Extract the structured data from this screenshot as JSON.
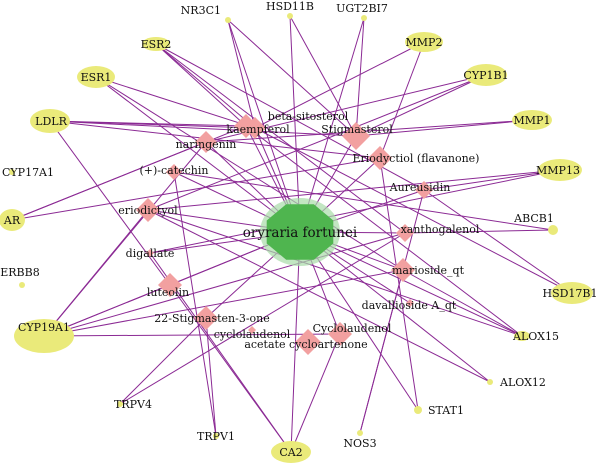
{
  "colors": {
    "edge": "#8b2a94",
    "target_fill": "#eaea7a",
    "compound_fill": "#f2a0a0",
    "hub_fill": "#4fb54f",
    "hub_glow": "#a8dca8"
  },
  "hub": {
    "label": "oryraria fortunei"
  },
  "targets": [
    {
      "id": "NR3C1",
      "label": "NR3C1"
    },
    {
      "id": "HSD11B",
      "label": "HSD11B"
    },
    {
      "id": "UGT2BI7",
      "label": "UGT2BI7"
    },
    {
      "id": "ESR2",
      "label": "ESR2"
    },
    {
      "id": "MMP2",
      "label": "MMP2"
    },
    {
      "id": "ESR1",
      "label": "ESR1"
    },
    {
      "id": "CYP1B1",
      "label": "CYP1B1"
    },
    {
      "id": "LDLR",
      "label": "LDLR"
    },
    {
      "id": "MMP1",
      "label": "MMP1"
    },
    {
      "id": "CYP17A1",
      "label": "CYP17A1"
    },
    {
      "id": "MMP13",
      "label": "MMP13"
    },
    {
      "id": "AR",
      "label": "AR"
    },
    {
      "id": "ABCB1",
      "label": "ABCB1"
    },
    {
      "id": "ERBB8",
      "label": "ERBB8"
    },
    {
      "id": "HSD17B1",
      "label": "HSD17B1"
    },
    {
      "id": "CYP19A1",
      "label": "CYP19A1"
    },
    {
      "id": "ALOX15",
      "label": "ALOX15"
    },
    {
      "id": "ALOX12",
      "label": "ALOX12"
    },
    {
      "id": "TRPV4",
      "label": "TRPV4"
    },
    {
      "id": "STAT1",
      "label": "STAT1"
    },
    {
      "id": "TRPV1",
      "label": "TRPV1"
    },
    {
      "id": "CA2",
      "label": "CA2"
    },
    {
      "id": "NOS3",
      "label": "NOS3"
    }
  ],
  "compounds": [
    {
      "id": "beta_sitosterol",
      "label": "beta-sitosterol"
    },
    {
      "id": "kaempferol",
      "label": "kaempferol"
    },
    {
      "id": "stigmasterol",
      "label": "Stigmasterol"
    },
    {
      "id": "naringenin",
      "label": "naringenin"
    },
    {
      "id": "eriodyctiol",
      "label": "Eriodyctiol (flavanone)"
    },
    {
      "id": "catechin",
      "label": "(+)-catechin"
    },
    {
      "id": "aureusidin",
      "label": "Aureusidin"
    },
    {
      "id": "eriodictyol",
      "label": "eriodictyol"
    },
    {
      "id": "xanthogalenol",
      "label": "xanthogalenol"
    },
    {
      "id": "digallate",
      "label": "digallate"
    },
    {
      "id": "marioside",
      "label": "marioside_qt"
    },
    {
      "id": "luteolin",
      "label": "luteolin"
    },
    {
      "id": "davallioside",
      "label": "davallioside A_qt"
    },
    {
      "id": "stigmasten",
      "label": "22-Stigmasten-3-one"
    },
    {
      "id": "cyclolaudenol",
      "label": "Cyclolaudenol"
    },
    {
      "id": "cyclolaudenol_ac",
      "label": "cyclolaudenol"
    },
    {
      "id": "cycloartenone",
      "label": "acetate cycloartenone"
    }
  ],
  "edges": [
    [
      "NR3C1",
      "kaempferol"
    ],
    [
      "NR3C1",
      "stigmasterol"
    ],
    [
      "NR3C1",
      "hub"
    ],
    [
      "HSD11B",
      "stigmasterol"
    ],
    [
      "HSD11B",
      "hub"
    ],
    [
      "UGT2BI7",
      "stigmasterol"
    ],
    [
      "UGT2BI7",
      "hub"
    ],
    [
      "ESR2",
      "beta_sitosterol"
    ],
    [
      "ESR2",
      "kaempferol"
    ],
    [
      "ESR2",
      "aureusidin"
    ],
    [
      "ESR2",
      "xanthogalenol"
    ],
    [
      "MMP2",
      "kaempferol"
    ],
    [
      "MMP2",
      "eriodyctiol"
    ],
    [
      "ESR1",
      "kaempferol"
    ],
    [
      "ESR1",
      "hub"
    ],
    [
      "ESR1",
      "marioside"
    ],
    [
      "CYP1B1",
      "stigmasterol"
    ],
    [
      "CYP1B1",
      "naringenin"
    ],
    [
      "CYP1B1",
      "eriodictyol"
    ],
    [
      "LDLR",
      "beta_sitosterol"
    ],
    [
      "LDLR",
      "kaempferol"
    ],
    [
      "LDLR",
      "stigmasterol"
    ],
    [
      "LDLR",
      "luteolin"
    ],
    [
      "LDLR",
      "eriodyctiol"
    ],
    [
      "MMP1",
      "stigmasterol"
    ],
    [
      "MMP1",
      "naringenin"
    ],
    [
      "MMP13",
      "digallate"
    ],
    [
      "MMP13",
      "eriodictyol"
    ],
    [
      "MMP13",
      "aureusidin"
    ],
    [
      "AR",
      "naringenin"
    ],
    [
      "AR",
      "beta_sitosterol"
    ],
    [
      "AR",
      "eriodyctiol"
    ],
    [
      "ABCB1",
      "xanthogalenol"
    ],
    [
      "ABCB1",
      "catechin"
    ],
    [
      "HSD17B1",
      "aureusidin"
    ],
    [
      "HSD17B1",
      "kaempferol"
    ],
    [
      "CYP19A1",
      "luteolin"
    ],
    [
      "CYP19A1",
      "naringenin"
    ],
    [
      "CYP19A1",
      "eriodictyol"
    ],
    [
      "CYP19A1",
      "hub"
    ],
    [
      "CYP19A1",
      "xanthogalenol"
    ],
    [
      "CYP19A1",
      "cyclolaudenol"
    ],
    [
      "CYP19A1",
      "marioside"
    ],
    [
      "ALOX15",
      "marioside"
    ],
    [
      "ALOX15",
      "beta_sitosterol"
    ],
    [
      "ALOX15",
      "hub"
    ],
    [
      "ALOX15",
      "eriodictyol"
    ],
    [
      "ALOX12",
      "eriodictyol"
    ],
    [
      "ALOX12",
      "hub"
    ],
    [
      "TRPV4",
      "stigmasten"
    ],
    [
      "TRPV4",
      "xanthogalenol"
    ],
    [
      "STAT1",
      "hub"
    ],
    [
      "STAT1",
      "eriodyctiol"
    ],
    [
      "TRPV1",
      "stigmasten"
    ],
    [
      "TRPV1",
      "catechin"
    ],
    [
      "CA2",
      "digallate"
    ],
    [
      "CA2",
      "luteolin"
    ],
    [
      "CA2",
      "hub"
    ],
    [
      "CA2",
      "cyclolaudenol"
    ],
    [
      "NOS3",
      "marioside"
    ],
    [
      "NOS3",
      "aureusidin"
    ],
    [
      "hub",
      "beta_sitosterol"
    ],
    [
      "hub",
      "kaempferol"
    ],
    [
      "hub",
      "naringenin"
    ],
    [
      "hub",
      "stigmasterol"
    ],
    [
      "hub",
      "catechin"
    ],
    [
      "hub",
      "eriodyctiol"
    ],
    [
      "hub",
      "aureusidin"
    ],
    [
      "hub",
      "xanthogalenol"
    ],
    [
      "hub",
      "marioside"
    ],
    [
      "hub",
      "luteolin"
    ],
    [
      "hub",
      "stigmasten"
    ],
    [
      "hub",
      "cyclolaudenol"
    ],
    [
      "hub",
      "davallioside"
    ],
    [
      "hub",
      "eriodictyol"
    ],
    [
      "hub",
      "digallate"
    ]
  ]
}
